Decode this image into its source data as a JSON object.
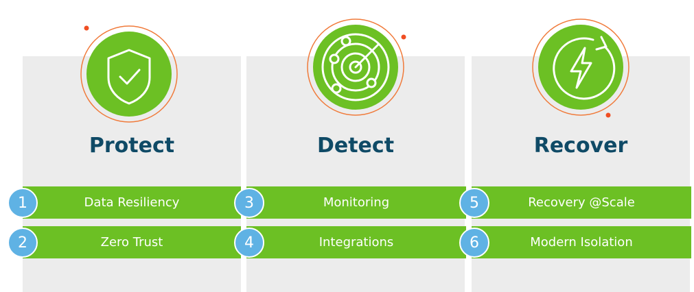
{
  "colors": {
    "panel_bg": "#ececec",
    "title": "#0f4a66",
    "bar": "#6cc024",
    "badge": "#5fb2e4",
    "ring": "#f07a3a",
    "emblem": "#6cc024"
  },
  "columns": [
    {
      "title": "Protect",
      "icon": "shield-check-icon",
      "items": [
        {
          "number": "1",
          "label": "Data Resiliency"
        },
        {
          "number": "2",
          "label": "Zero Trust"
        }
      ]
    },
    {
      "title": "Detect",
      "icon": "radar-icon",
      "items": [
        {
          "number": "3",
          "label": "Monitoring"
        },
        {
          "number": "4",
          "label": "Integrations"
        }
      ]
    },
    {
      "title": "Recover",
      "icon": "lightning-refresh-icon",
      "items": [
        {
          "number": "5",
          "label": "Recovery @Scale"
        },
        {
          "number": "6",
          "label": "Modern Isolation"
        }
      ]
    }
  ]
}
